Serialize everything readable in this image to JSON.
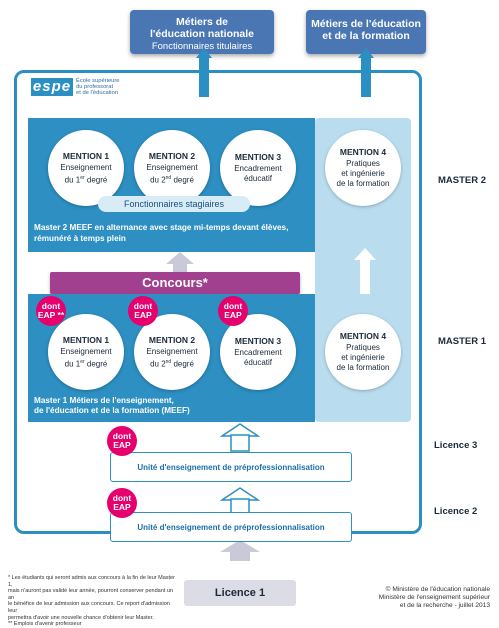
{
  "top_boxes": {
    "left": {
      "line1": "Métiers de",
      "line2": "l'éducation nationale",
      "line3": "Fonctionnaires titulaires"
    },
    "right": {
      "line1": "Métiers de l'éducation",
      "line2": "et de la formation"
    }
  },
  "espe": {
    "logo_text": "espe",
    "line1": "École supérieure",
    "line2": "du professorat",
    "line3": "et de l'éducation"
  },
  "master2": {
    "level_label": "MASTER 2",
    "mentions": [
      {
        "title": "MENTION 1",
        "line1": "Enseignement",
        "line2_pre": "du 1",
        "line2_sup": "er",
        "line2_post": " degré"
      },
      {
        "title": "MENTION 2",
        "line1": "Enseignement",
        "line2_pre": "du 2",
        "line2_sup": "nd",
        "line2_post": " degré"
      },
      {
        "title": "MENTION 3",
        "line1": "Encadrement",
        "line2_pre": "éducatif",
        "line2_sup": "",
        "line2_post": ""
      }
    ],
    "mention4": {
      "title": "MENTION 4",
      "line1": "Pratiques",
      "line2": "et ingénierie",
      "line3": "de la formation"
    },
    "stagiaires": "Fonctionnaires stagiaires",
    "caption1": "Master 2 MEEF en alternance avec stage mi-temps devant élèves,",
    "caption2": "rémunéré à temps plein"
  },
  "concours": "Concours*",
  "master1": {
    "level_label": "MASTER 1",
    "badges": [
      {
        "line1": "dont",
        "line2": "EAP **"
      },
      {
        "line1": "dont",
        "line2": "EAP"
      },
      {
        "line1": "dont",
        "line2": "EAP"
      }
    ],
    "mentions": [
      {
        "title": "MENTION 1",
        "line1": "Enseignement",
        "line2_pre": "du 1",
        "line2_sup": "er",
        "line2_post": " degré"
      },
      {
        "title": "MENTION 2",
        "line1": "Enseignement",
        "line2_pre": "du 2",
        "line2_sup": "nd",
        "line2_post": " degré"
      },
      {
        "title": "MENTION 3",
        "line1": "Encadrement",
        "line2_pre": "éducatif",
        "line2_sup": "",
        "line2_post": ""
      }
    ],
    "mention4": {
      "title": "MENTION 4",
      "line1": "Pratiques",
      "line2": "et ingénierie",
      "line3": "de la formation"
    },
    "caption1": "Master 1 Métiers de l'enseignement,",
    "caption2": "de l'éducation et de  la formation (MEEF)"
  },
  "licence3": {
    "level_label": "Licence 3",
    "badge": {
      "line1": "dont",
      "line2": "EAP"
    },
    "unit": "Unité d'enseignement de préprofessionnalisation"
  },
  "licence2": {
    "level_label": "Licence 2",
    "badge": {
      "line1": "dont",
      "line2": "EAP"
    },
    "unit": "Unité d'enseignement de préprofessionnalisation"
  },
  "licence1": "Licence 1",
  "footnotes": {
    "line1": "* Les étudiants qui seront admis aux concours à la fin de leur Master 1,",
    "line2": "mais n'auront pas validé leur année, pourront conserver pendant un an",
    "line3": "le bénéfice de leur admission aux concours. Ce report d'admission leur",
    "line4": "permettra d'avoir une nouvelle chance d'obtenir leur Master.",
    "line5": "** Emplois d'avenir professeur"
  },
  "copyright": {
    "line1": "© Ministère de l'éducation nationale",
    "line2": "Ministère de l'enseignement supérieur",
    "line3": "et de la recherche - juillet 2013"
  },
  "colors": {
    "frame": "#2b8fc4",
    "master_band": "#2d8fc2",
    "mention4_panel": "#b9ddee",
    "top_box": "#4a77b4",
    "concours": "#a0408f",
    "eap_badge": "#e6006e",
    "arrow_light": "#c9c9d9"
  }
}
